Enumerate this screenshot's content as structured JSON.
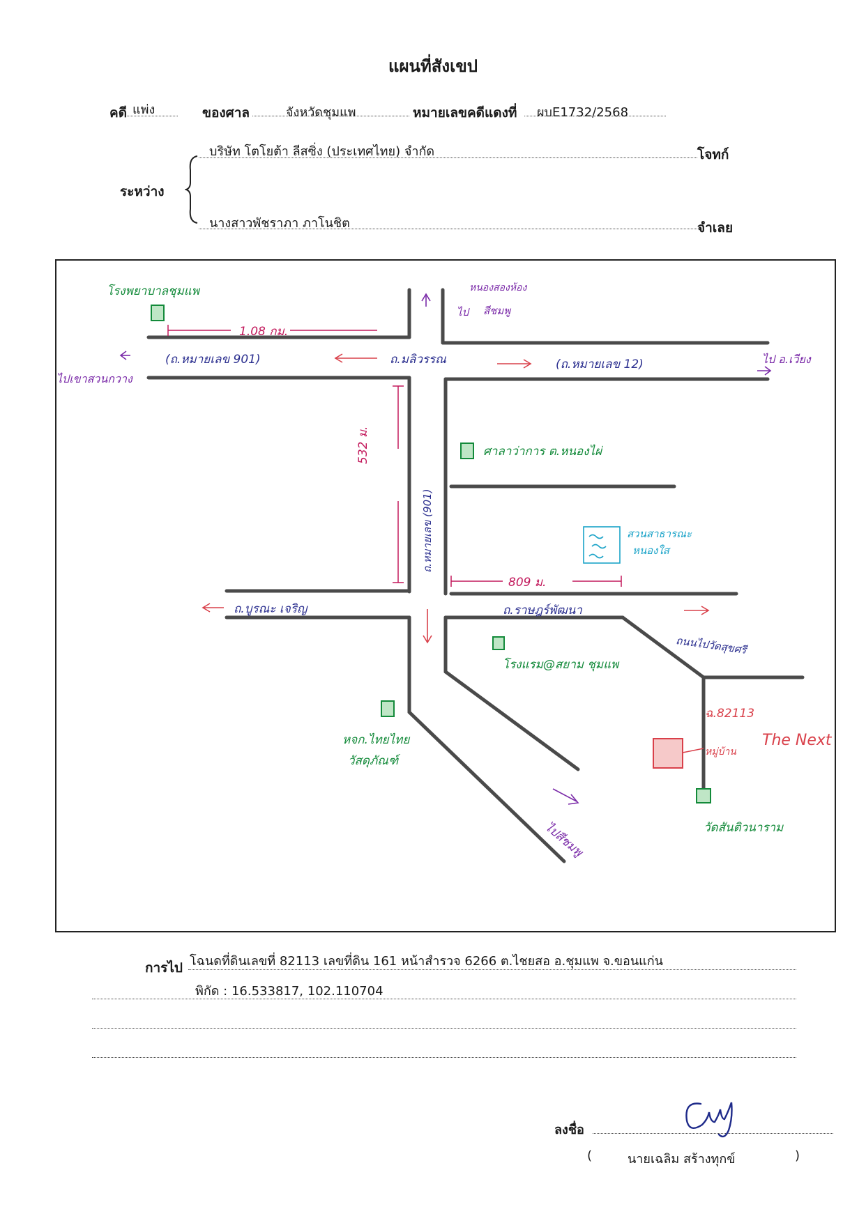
{
  "title": "แผนที่สังเขป",
  "header": {
    "case_label": "คดี",
    "case_type": "แพ่ง",
    "court_label": "ของศาล",
    "court_name": "จังหวัดชุมแพ",
    "red_no_label": "หมายเลขคดีแดงที่",
    "red_no": "ผบE1732/2568",
    "between_label": "ระหว่าง",
    "plaintiff": "บริษัท โตโยต้า ลีสซิ่ง (ประเทศไทย) จำกัด",
    "plaintiff_label": "โจทก์",
    "defendant": "นางสาวพัชราภา ภาโนชิต",
    "defendant_label": "จำเลย"
  },
  "map": {
    "hospital": "โรงพยาบาลชุมแพ",
    "dist_1": "1.08 กม.",
    "dist_2": "532 ม.",
    "dist_3": "809 ม.",
    "road_mali": "ถ.มลิวรรณ",
    "road_901_w": "(ถ.หมายเลข 901)",
    "road_12": "(ถ.หมายเลข 12)",
    "to_east": "ไป อ.เวียง",
    "to_west": "ไปเขาสวนกวาง",
    "to_north_a": "ไป",
    "to_north_b": "หนองสองห้อง",
    "to_north_c": "สีชมพู",
    "road_901_v": "ถ.หมายเลข (901)",
    "office_nonghan": "ศาลาว่าการ ต.หนองไผ่",
    "pond_a": "สวนสาธารณะ",
    "pond_b": "หนองใส",
    "road_bun": "ถ.บูรณะ เจริญ",
    "road_rat": "ถ.ราษฎร์พัฒนา",
    "road_new": "ถนนไปวัดสุขศรี",
    "hotel": "โรงแรม@สยาม ชุมแพ",
    "bank_a": "หจก.ไทยไทย",
    "bank_b": "วัสดุภัณฑ์",
    "to_south": "ไปสีชมพู",
    "deed_mark": "ฉ.82113",
    "village_a": "หมู่บ้าน",
    "village_b": "The Next",
    "temple": "วัดสันติวนาราม"
  },
  "footer": {
    "direction_label": "การไป",
    "line1": "โฉนดที่ดินเลขที่ 82113 เลขที่ดิน 161 หน้าสำรวจ 6266 ต.ไชยสอ อ.ชุมแพ จ.ขอนแก่น",
    "line2": "พิกัด : 16.533817, 102.110704",
    "sign_label": "ลงชื่อ",
    "signer": "นายเฉลิม  สร้างทุกข์"
  },
  "colors": {
    "green": "#138a3a",
    "purple": "#7a2aa8",
    "magenta": "#c2185b",
    "navy": "#2b2f8f",
    "red": "#d9404a",
    "cyan": "#1aa3c8",
    "road": "#4a4a4a"
  }
}
